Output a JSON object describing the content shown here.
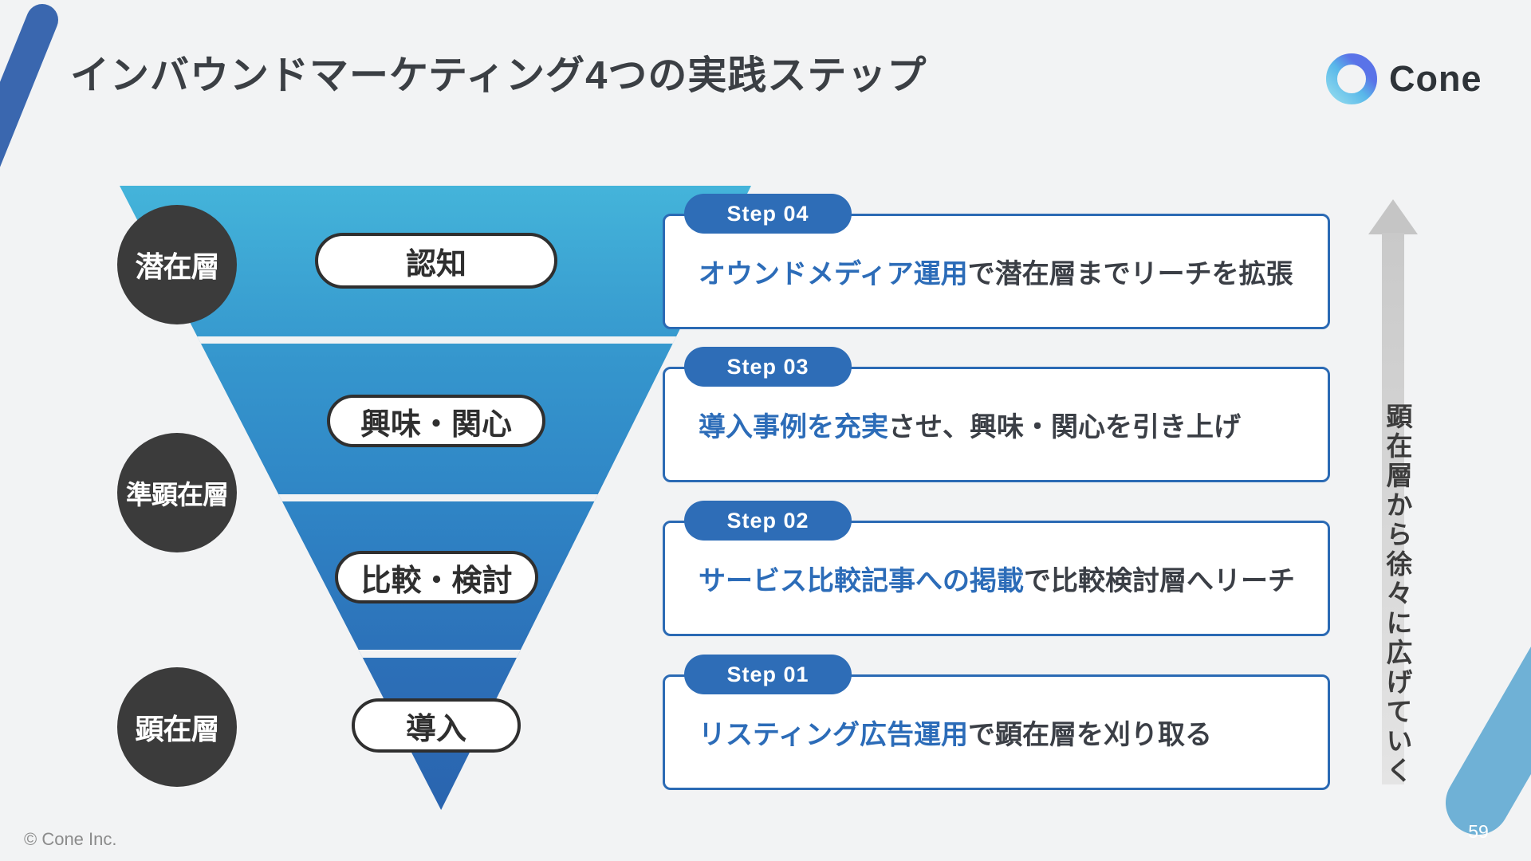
{
  "slide": {
    "title": "インバウンドマーケティング4つの実践ステップ",
    "copyright": "© Cone Inc.",
    "page_number": "59"
  },
  "logo": {
    "text": "Cone"
  },
  "funnel": {
    "stages": [
      {
        "label": "認知"
      },
      {
        "label": "興味・関心"
      },
      {
        "label": "比較・検討"
      },
      {
        "label": "導入"
      }
    ],
    "layers": [
      {
        "label": "潜在層"
      },
      {
        "label": "準顕在層"
      },
      {
        "label": "顕在層"
      }
    ]
  },
  "steps": [
    {
      "badge": "Step 04",
      "highlight": "オウンドメディア運用",
      "rest": "で潜在層までリーチを拡張"
    },
    {
      "badge": "Step 03",
      "highlight": "導入事例を充実",
      "rest": "させ、興味・関心を引き上げ"
    },
    {
      "badge": "Step 02",
      "highlight": "サービス比較記事への掲載",
      "rest": "で比較検討層へリーチ"
    },
    {
      "badge": "Step 01",
      "highlight": "リスティング広告運用",
      "rest": "で顕在層を刈り取る"
    }
  ],
  "arrow": {
    "label": "顕在層から徐々に広げていく"
  },
  "colors": {
    "background": "#f2f3f4",
    "funnel_top": "#44b4da",
    "funnel_bottom": "#2a64af",
    "step_badge_blue": "#2e6db7",
    "card_border_blue": "#2b6ab4",
    "highlight_text_blue": "#2c6cb8",
    "dark_text": "#3b3f46",
    "layer_circle_gray": "#3b3b3b",
    "arrow_gray": "#c5c5c5",
    "deco_dark_blue": "#3a67af",
    "deco_light_blue": "#6fb1d6",
    "logo_indigo": "#5a73e8",
    "logo_cyan": "#8fd9ee"
  }
}
